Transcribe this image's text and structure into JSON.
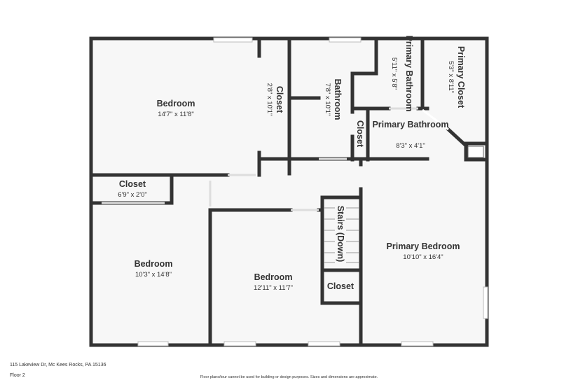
{
  "rooms": [
    {
      "name": "Bedroom",
      "dims": "14'7\" x 11'8\""
    },
    {
      "name": "Closet",
      "dims": "2'8\" x 10'1\""
    },
    {
      "name": "Bathroom",
      "dims": "7'8\" x 10'1\""
    },
    {
      "name": "Primary Bathroom",
      "dims": "5'11\" x 5'8\""
    },
    {
      "name": "Primary Closet",
      "dims": "5'3\" x 8'11\""
    },
    {
      "name": "Closet",
      "dims": ""
    },
    {
      "name": "Primary Bathroom",
      "dims": "8'3\" x 4'1\""
    },
    {
      "name": "Closet",
      "dims": "6'9\" x 2'0\""
    },
    {
      "name": "Bedroom",
      "dims": "10'3\" x 14'8\""
    },
    {
      "name": "Bedroom",
      "dims": "12'11\" x 11'7\""
    },
    {
      "name": "Stairs (Down)",
      "dims": ""
    },
    {
      "name": "Closet",
      "dims": ""
    },
    {
      "name": "Primary Bedroom",
      "dims": "10'10\" x 16'4\""
    }
  ],
  "footer": {
    "address": "115 Lakeview Dr, Mc Kees Rocks, PA 15136",
    "floor": "Floor 2",
    "disclaimer": "Floor plans/tour cannot be used for building or design purposes. Sizes and dimensions are approximate."
  }
}
